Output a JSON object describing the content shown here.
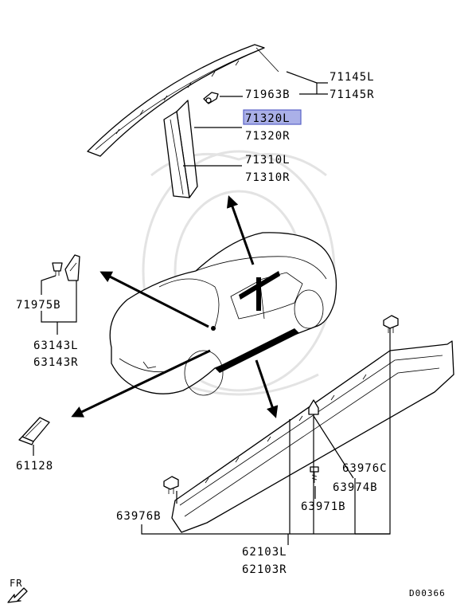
{
  "labels": {
    "p71145L": "71145L",
    "p71145R": "71145R",
    "p71963B": "71963B",
    "p71320L": "71320L",
    "p71320R": "71320R",
    "p71310L": "71310L",
    "p71310R": "71310R",
    "p71975B": "71975B",
    "p63143L": "63143L",
    "p63143R": "63143R",
    "p61128": "61128",
    "p63976C": "63976C",
    "p63974B": "63974B",
    "p63971B": "63971B",
    "p63976B": "63976B",
    "p62103L": "62103L",
    "p62103R": "62103R"
  },
  "direction_label": "FR",
  "diagram_code": "D00366",
  "colors": {
    "highlight": "#aab0e8",
    "highlight_border": "#5a63c8"
  }
}
